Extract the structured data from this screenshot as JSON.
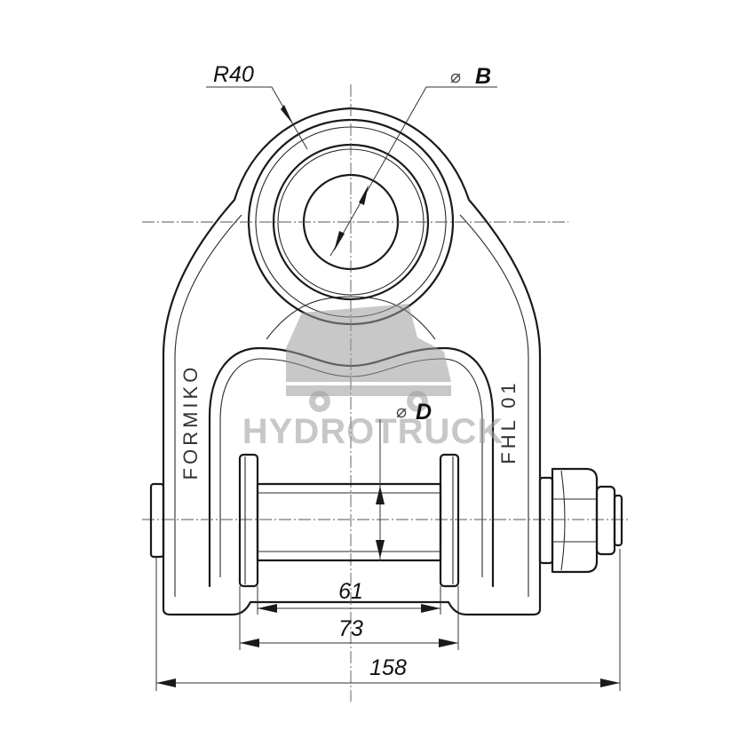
{
  "drawing": {
    "dimensions": {
      "radius": "R40",
      "bore_symbol": "⌀",
      "bore_label": "B",
      "pin_symbol": "⌀",
      "pin_label": "D",
      "pin_length": "61",
      "bushing_span": "73",
      "overall_width": "158"
    },
    "engravings": {
      "left_side": "FORMIKO",
      "right_side": "FHL 01"
    }
  },
  "watermark": {
    "brand": "HYDROTRUCK",
    "icon": "truck-icon",
    "color": "#9a9a9a"
  }
}
